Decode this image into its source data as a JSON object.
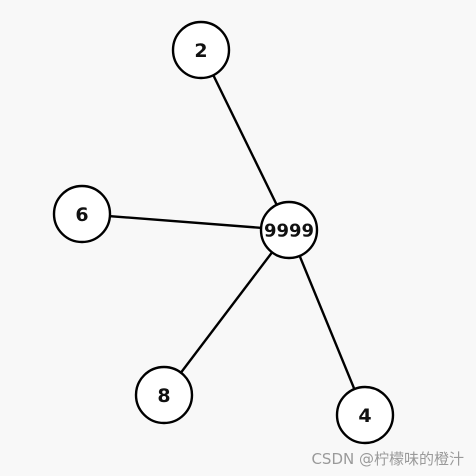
{
  "diagram": {
    "nodes": [
      {
        "id": "n9999",
        "label": "9999"
      },
      {
        "id": "n2",
        "label": "2"
      },
      {
        "id": "n6",
        "label": "6"
      },
      {
        "id": "n8",
        "label": "8"
      },
      {
        "id": "n4",
        "label": "4"
      }
    ],
    "edges": [
      {
        "from": "n9999",
        "to": "n2"
      },
      {
        "from": "n9999",
        "to": "n6"
      },
      {
        "from": "n9999",
        "to": "n8"
      },
      {
        "from": "n9999",
        "to": "n4"
      }
    ]
  },
  "watermark": "CSDN @柠檬味的橙汁"
}
